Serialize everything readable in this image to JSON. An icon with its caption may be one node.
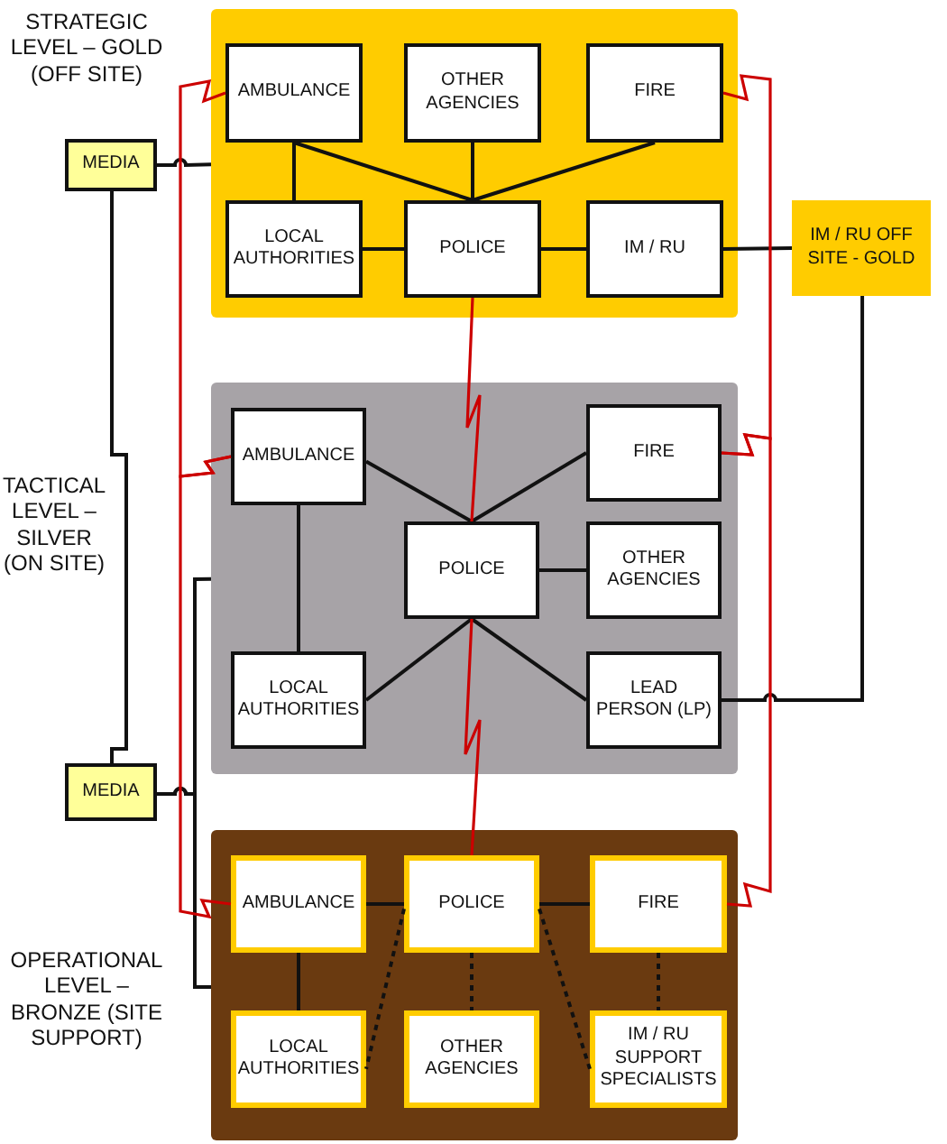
{
  "diagram": {
    "nodes": [
      {
        "text": [],
        "shape": "box"
      },
      {
        "text": [
          "AMBULANCE"
        ],
        "in": 0
      },
      {
        "text": [
          "OTHER AGENCIES"
        ],
        "in": 0
      },
      {
        "text": [
          "FIRE"
        ],
        "in": 0
      },
      {
        "text": [
          "LOCAL AUTHORITIES"
        ],
        "in": 0
      },
      {
        "text": [
          "POLICE"
        ],
        "in": 0
      },
      {
        "text": [
          "IM / RU"
        ],
        "in": 0
      },
      {
        "text": [
          "MEDIA"
        ]
      },
      {
        "text": [
          "IM / RU OFF SITE - GOLD"
        ]
      },
      {
        "text": [],
        "shape": "box"
      },
      {
        "text": [
          "AMBULANCE"
        ],
        "in": 9
      },
      {
        "text": [
          "FIRE"
        ],
        "in": 9
      },
      {
        "text": [
          "POLICE"
        ],
        "in": 9
      },
      {
        "text": [
          "OTHER AGENCIES"
        ],
        "in": 9
      },
      {
        "text": [
          "LOCAL AUTHORITIES"
        ],
        "in": 9
      },
      {
        "text": [
          "LEAD PERSON (LP)"
        ],
        "in": 9
      },
      {
        "text": [
          "MEDIA"
        ]
      },
      {
        "text": [],
        "shape": "box"
      },
      {
        "text": [
          "AMBULANCE"
        ],
        "in": 17
      },
      {
        "text": [
          "POLICE"
        ],
        "in": 17
      },
      {
        "text": [
          "FIRE"
        ],
        "in": 17
      },
      {
        "text": [
          "LOCAL AUTHORITIES"
        ],
        "in": 17
      },
      {
        "text": [
          "OTHER AGENCIES"
        ],
        "in": 17
      },
      {
        "text": [
          "IM / RU SUPPORT SPECIALISTS"
        ],
        "in": 17
      }
    ],
    "edges": [
      {
        "from": 1,
        "to": 4,
        "arrow": "none"
      },
      {
        "from": 1,
        "to": 5,
        "arrow": "none"
      },
      {
        "from": 2,
        "to": 5,
        "arrow": "none"
      },
      {
        "from": 3,
        "to": 5,
        "arrow": "none"
      },
      {
        "from": 4,
        "to": 5,
        "arrow": "none"
      },
      {
        "from": 5,
        "to": 6,
        "arrow": "none"
      },
      {
        "from": 6,
        "to": 8,
        "arrow": "none"
      },
      {
        "from": 7,
        "to": 0,
        "arrow": "none"
      },
      {
        "from": 7,
        "to": 16,
        "arrow": "none"
      },
      {
        "from": 16,
        "to": 9,
        "arrow": "none"
      },
      {
        "from": 16,
        "to": 17,
        "arrow": "none"
      },
      {
        "from": 10,
        "to": 12,
        "arrow": "none"
      },
      {
        "from": 11,
        "to": 12,
        "arrow": "none"
      },
      {
        "from": 12,
        "to": 13,
        "arrow": "none"
      },
      {
        "from": 14,
        "to": 12,
        "arrow": "none"
      },
      {
        "from": 12,
        "to": 15,
        "arrow": "none"
      },
      {
        "from": 10,
        "to": 14,
        "arrow": "none"
      },
      {
        "from": 15,
        "to": 8,
        "arrow": "none"
      },
      {
        "from": 18,
        "to": 19,
        "arrow": "none"
      },
      {
        "from": 19,
        "to": 20,
        "arrow": "none"
      },
      {
        "from": 18,
        "to": 21,
        "arrow": "none"
      },
      {
        "from": 19,
        "to": 21,
        "arrow": "none",
        "style": "dashed"
      },
      {
        "from": 19,
        "to": 22,
        "arrow": "none",
        "style": "dashed"
      },
      {
        "from": 19,
        "to": 23,
        "arrow": "none",
        "style": "dashed"
      },
      {
        "from": 20,
        "to": 23,
        "arrow": "none",
        "style": "dashed"
      },
      {
        "from": 1,
        "to": 10,
        "arrow": "none",
        "color": "#cc0000"
      },
      {
        "from": 10,
        "to": 18,
        "arrow": "none",
        "color": "#cc0000"
      },
      {
        "from": 3,
        "to": 11,
        "arrow": "none",
        "color": "#cc0000"
      },
      {
        "from": 11,
        "to": 20,
        "arrow": "none",
        "color": "#cc0000"
      },
      {
        "from": 5,
        "to": 12,
        "arrow": "none",
        "color": "#cc0000"
      },
      {
        "from": 12,
        "to": 19,
        "arrow": "none",
        "color": "#cc0000"
      }
    ],
    "labels": [
      "STRATEGIC LEVEL – GOLD (OFF SITE)",
      "TACTICAL LEVEL – SILVER (ON SITE)",
      "OPERATIONAL LEVEL – BRONZE (SITE SUPPORT)"
    ]
  }
}
